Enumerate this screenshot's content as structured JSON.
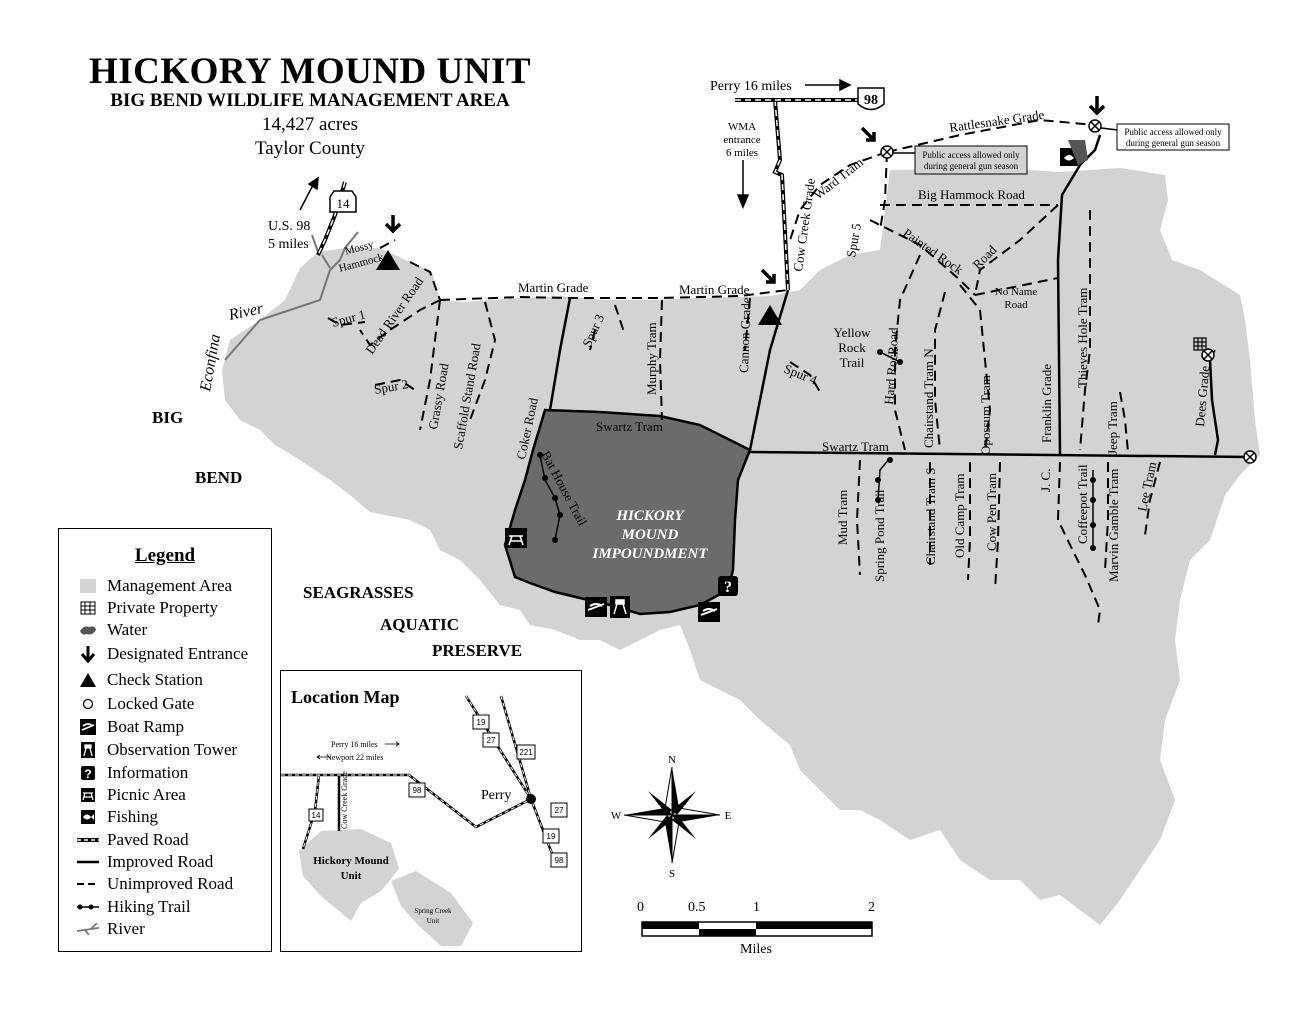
{
  "title": {
    "main": "HICKORY MOUND UNIT",
    "subtitle": "BIG BEND WILDLIFE MANAGEMENT  AREA",
    "acres": "14,427 acres",
    "county": "Taylor County"
  },
  "map": {
    "regions": {
      "big": "BIG",
      "bend": "BEND",
      "seagrasses": "SEAGRASSES",
      "aquatic": "AQUATIC",
      "preserve": "PRESERVE",
      "impoundment_1": "HICKORY",
      "impoundment_2": "MOUND",
      "impoundment_3": "IMPOUNDMENT"
    },
    "river": {
      "r1": "River",
      "r2": "Econfina"
    },
    "callouts": {
      "perry": "Perry 16 miles",
      "us98_a": "U.S. 98",
      "us98_b": "5 miles",
      "wma_1": "WMA",
      "wma_2": "entrance",
      "wma_3": "6 miles",
      "gate_note_1": "Public access allowed only",
      "gate_note_2": "during general gun season",
      "gate_note_3": "Public access allowed only",
      "gate_note_4": "during general gun season"
    },
    "shields": {
      "us98": "98",
      "sr14": "14"
    },
    "roads": {
      "rattlesnake": "Rattlesnake Grade",
      "big_hammock": "Big Hammock Road",
      "ward_tram": "Ward Tram",
      "cow_creek": "Cow Creek Grade",
      "spur5": "Spur 5",
      "painted_rock": "Painted Rock",
      "road": "Road",
      "no_name_1": "No Name",
      "no_name_2": "Road",
      "martin_1": "Martin Grade",
      "martin_2": "Martin Grade",
      "mossy_1": "Mossy",
      "mossy_2": "Hammock",
      "spur1": "Spur 1",
      "dead_river": "Dead River Road",
      "spur2": "Spur 2",
      "grassy": "Grassy Road",
      "scaffold": "Scaffold Stand Road",
      "coker": "Coker Road",
      "spur3": "Spur 3",
      "murphy": "Murphy Tram",
      "cannon": "Cannon Grade",
      "spur4": "Spur 4",
      "yellow_1": "Yellow",
      "yellow_2": "Rock",
      "yellow_3": "Trail",
      "yellow_road": "Road",
      "hard_rock": "Hard Rock",
      "chairstand_n": "Chairstand Tram N",
      "opossum": "Opossum Tram",
      "franklin": "Franklin Grade",
      "thieves": "Thieves Hole Tram",
      "jeep": "Jeep Tram",
      "dees": "Dees Grade",
      "swartz_1": "Swartz Tram",
      "swartz_2": "Swartz Tram",
      "bat_house": "Bat House Trail",
      "mud": "Mud Tram",
      "spring_pond": "Spring Pond Trail",
      "chairstand_s": "Chairstand Tram S",
      "old_camp": "Old Camp Tram",
      "cow_pen": "Cow Pen Tram",
      "jc": "J. C.",
      "coffeepot": "Coffeepot Trail",
      "marvin": "Marvin Gamble Tram",
      "lee": "Lee Tram"
    }
  },
  "legend": {
    "title": "Legend",
    "items": [
      {
        "label": "Management Area"
      },
      {
        "label": "Private Property"
      },
      {
        "label": "Water"
      },
      {
        "label": "Designated Entrance"
      },
      {
        "label": "Check Station"
      },
      {
        "label": "Locked Gate"
      },
      {
        "label": "Boat Ramp"
      },
      {
        "label": "Observation Tower"
      },
      {
        "label": "Information"
      },
      {
        "label": "Picnic Area"
      },
      {
        "label": "Fishing"
      },
      {
        "label": "Paved Road"
      },
      {
        "label": "Improved Road"
      },
      {
        "label": "Unimproved Road"
      },
      {
        "label": "Hiking Trail"
      },
      {
        "label": "River"
      }
    ]
  },
  "location_map": {
    "title": "Location Map",
    "perry_miles": "Perry 16 miles",
    "newport_miles": "Newport 22 miles",
    "perry": "Perry",
    "cow_creek": "Cow Creek Grade",
    "unit_1": "Hickory Mound",
    "unit_2": "Unit",
    "spring_1": "Spring Creek",
    "spring_2": "Unit",
    "shields": {
      "s98a": "98",
      "s14": "14",
      "s19a": "19",
      "s27a": "27",
      "s221": "221",
      "s27b": "27",
      "s19b": "19",
      "s98b": "98"
    }
  },
  "compass": {
    "n": "N",
    "s": "S",
    "e": "E",
    "w": "W"
  },
  "scale": {
    "t0": "0",
    "t1": "0.5",
    "t2": "1",
    "t3": "2",
    "unit": "Miles"
  }
}
